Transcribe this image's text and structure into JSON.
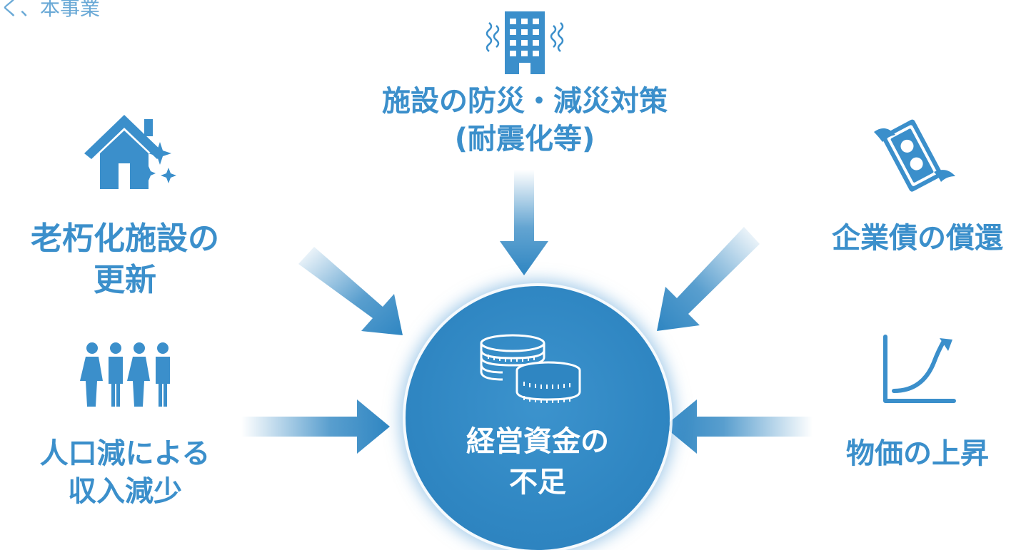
{
  "corner_text": "く、本事業",
  "top": {
    "line1": "施設の防災・減災対策",
    "line2": "(耐震化等)",
    "icon": "building-shaking-icon"
  },
  "left_top": {
    "line1": "老朽化施設の",
    "line2": "更新",
    "icon": "house-sparkle-icon"
  },
  "left_bottom": {
    "line1": "人口減による",
    "line2": "収入減少",
    "icon": "people-group-icon"
  },
  "right_top": {
    "line1": "企業債の償還",
    "icon": "flying-money-icon"
  },
  "right_bottom": {
    "line1": "物価の上昇",
    "icon": "rising-graph-icon"
  },
  "center": {
    "line1": "経営資金の",
    "line2": "不足",
    "icon": "coins-stack-icon"
  },
  "colors": {
    "accent": "#3b8fcb",
    "circle": "#2f86c2",
    "arrow": "#2f86c2"
  }
}
